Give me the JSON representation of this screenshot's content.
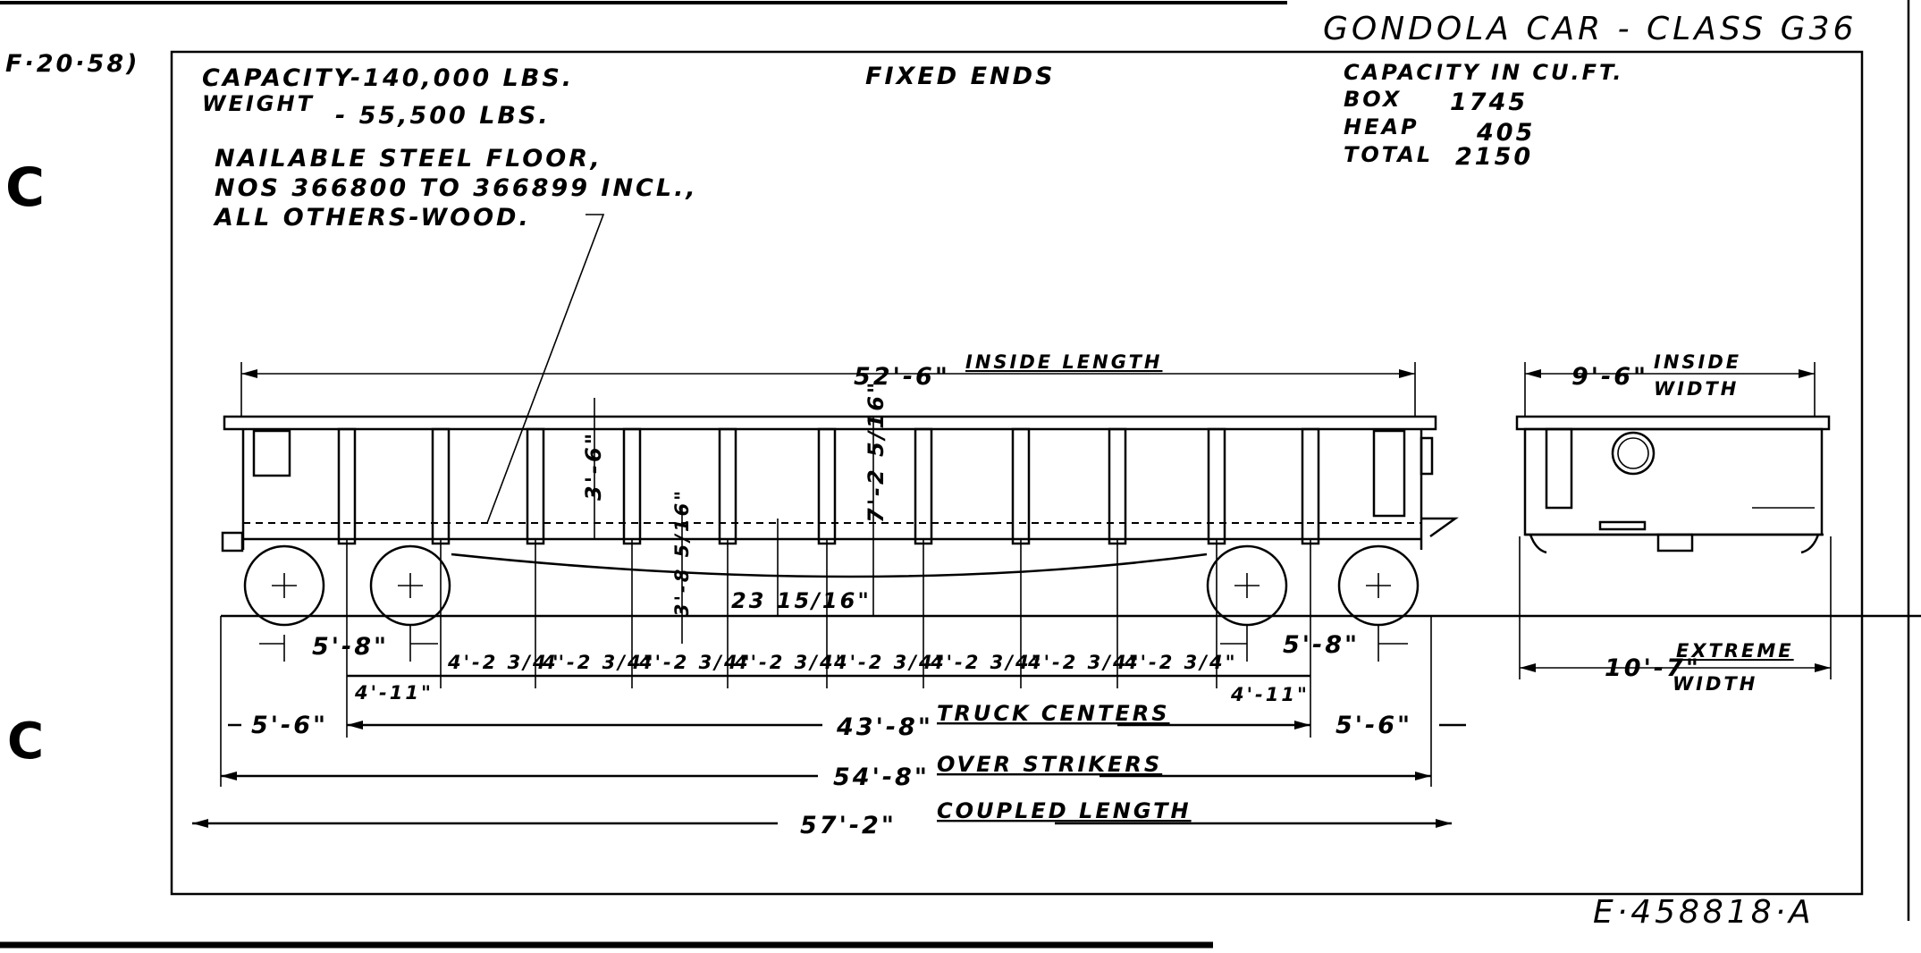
{
  "sheet": {
    "title": "GONDOLA CAR - CLASS G36",
    "revision_note": "F·20·58)",
    "drawing_number": "E·458818·A",
    "margin_marks": [
      "C",
      "C"
    ]
  },
  "specs": {
    "capacity": "CAPACITY-140,000 LBS.",
    "weight_label": "WEIGHT",
    "weight_value": "- 55,500 LBS.",
    "ends": "FIXED ENDS",
    "floor_note": [
      "NAILABLE STEEL FLOOR,",
      "NOS 366800 TO 366899 INCL.,",
      "ALL OTHERS-WOOD."
    ]
  },
  "cubic_capacity": {
    "heading": "CAPACITY IN CU.FT.",
    "rows": [
      {
        "label": "BOX",
        "value": "1745"
      },
      {
        "label": "HEAP",
        "value": "405"
      },
      {
        "label": "TOTAL",
        "value": "2150"
      }
    ]
  },
  "side_view": {
    "inside_length": {
      "value": "52'-6\"",
      "label": "INSIDE LENGTH"
    },
    "side_height": "3'-6\"",
    "rail_height": "7'-2 5/16\"",
    "floor_height": "3'-8 5/16\"",
    "sill_depth": "23 15/16\"",
    "wheel_offsets": [
      "5'-8\"",
      "5'-8\""
    ],
    "stake_spacings": [
      "4'-2 3/4\"",
      "4'-2 3/4\"",
      "4'-2 3/4\"",
      "4'-2 3/4\"",
      "4'-2 3/4\"",
      "4'-2 3/4\"",
      "4'-2 3/4\"",
      "4'-2 3/4\""
    ],
    "end_stake_spacings": [
      "4'-11\"",
      "4'-11\""
    ],
    "overhangs": [
      "5'-6\"",
      "5'-6\""
    ],
    "truck_centers": {
      "value": "43'-8\"",
      "label": "TRUCK CENTERS"
    },
    "over_strikers": {
      "value": "54'-8\"",
      "label": "OVER STRIKERS"
    },
    "coupled_length": {
      "value": "57'-2\"",
      "label": "COUPLED LENGTH"
    }
  },
  "end_view": {
    "inside_width": {
      "value": "9'-6\"",
      "label_1": "INSIDE",
      "label_2": "WIDTH"
    },
    "extreme_width": {
      "value": "10'-7\"",
      "label_1": "EXTREME",
      "label_2": "WIDTH"
    }
  }
}
